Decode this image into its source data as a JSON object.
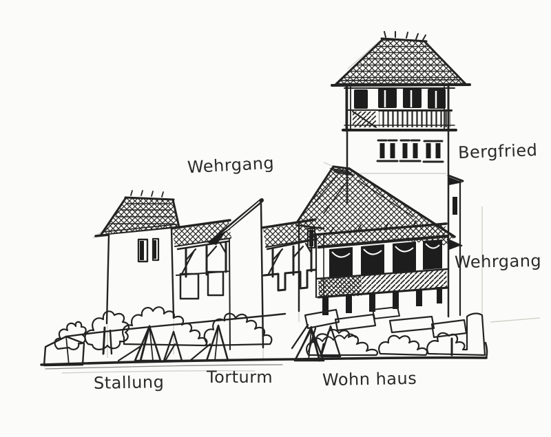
{
  "labels": {
    "wehrgang_top": "Wehrgang",
    "bergfried": "Bergfried",
    "wehrgang_right": "Wehrgang",
    "stallung": "Stallung",
    "torturm": "Torturm",
    "wohnhaus": "Wohn haus"
  },
  "palette": {
    "ink": "#232323",
    "paper": "#fbfbf9",
    "pencil": "#c9c9c3"
  }
}
